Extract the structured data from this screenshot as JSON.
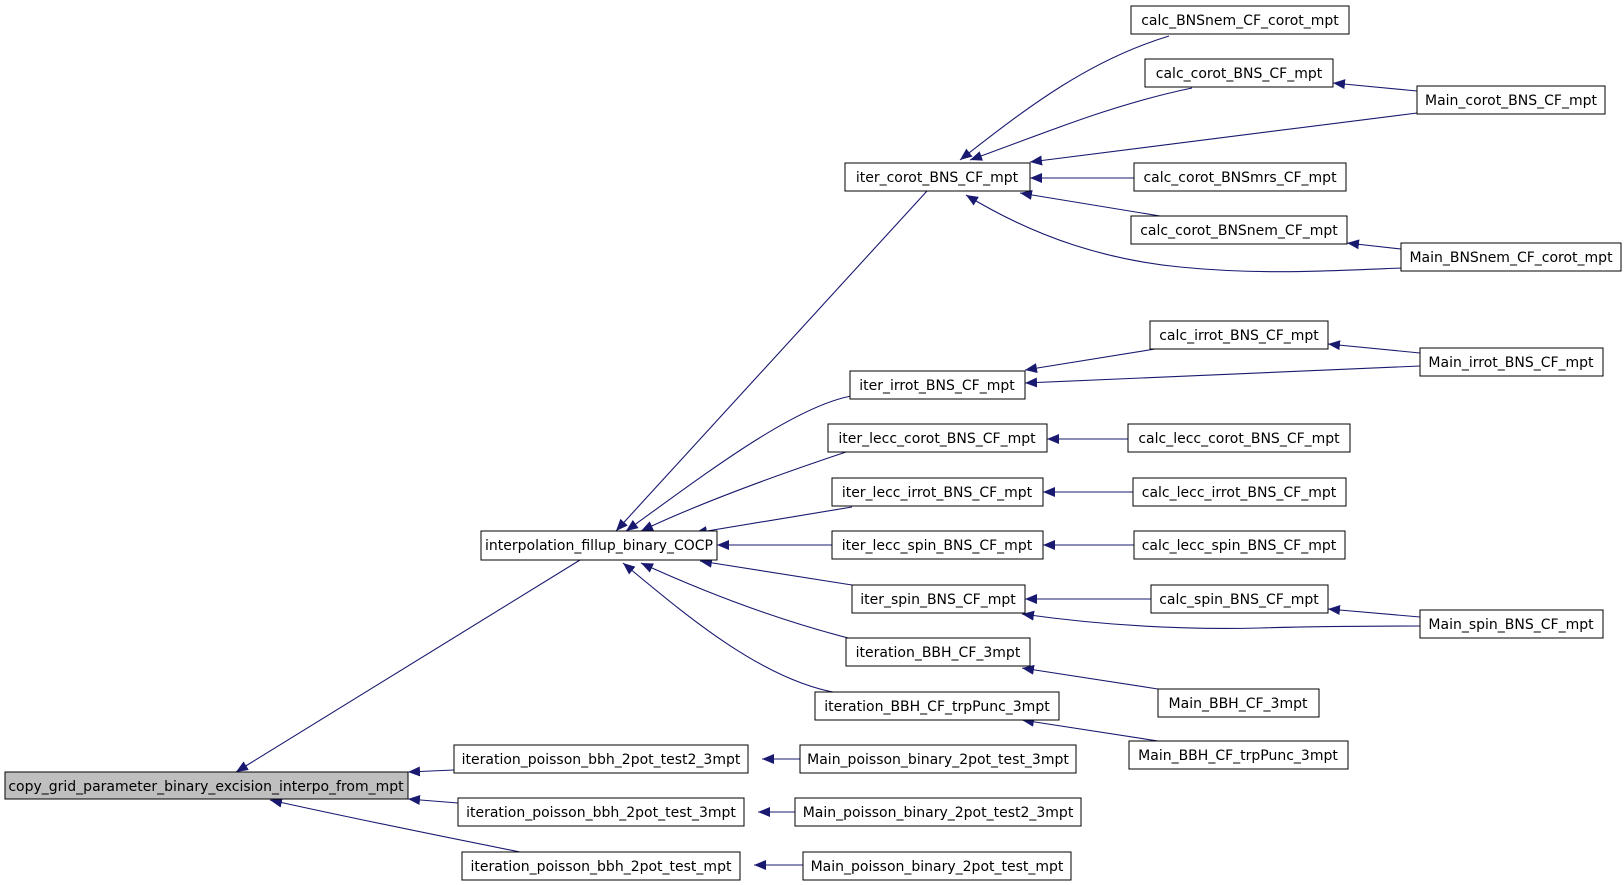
{
  "root": "copy_grid_parameter_binary_excision_interpo_from_mpt",
  "nodes": {
    "root": "copy_grid_parameter_binary_excision_interpo_from_mpt",
    "interp": "interpolation_fillup_binary_COCP",
    "ip2": "iteration_poisson_bbh_2pot_test2_3mpt",
    "ip1": "iteration_poisson_bbh_2pot_test_3mpt",
    "ip0": "iteration_poisson_bbh_2pot_test_mpt",
    "mp2": "Main_poisson_binary_2pot_test_3mpt",
    "mp22": "Main_poisson_binary_2pot_test2_3mpt",
    "mp0": "Main_poisson_binary_2pot_test_mpt",
    "ic": "iter_corot_BNS_CF_mpt",
    "ii": "iter_irrot_BNS_CF_mpt",
    "ilc": "iter_lecc_corot_BNS_CF_mpt",
    "ili": "iter_lecc_irrot_BNS_CF_mpt",
    "ils": "iter_lecc_spin_BNS_CF_mpt",
    "is": "iter_spin_BNS_CF_mpt",
    "ib": "iteration_BBH_CF_3mpt",
    "ibt": "iteration_BBH_CF_trpPunc_3mpt",
    "cnc": "calc_BNSnem_CF_corot_mpt",
    "cc": "calc_corot_BNS_CF_mpt",
    "cmrs": "calc_corot_BNSmrs_CF_mpt",
    "cnem": "calc_corot_BNSnem_CF_mpt",
    "mc": "Main_corot_BNS_CF_mpt",
    "mnc": "Main_BNSnem_CF_corot_mpt",
    "ci": "calc_irrot_BNS_CF_mpt",
    "mi": "Main_irrot_BNS_CF_mpt",
    "clc": "calc_lecc_corot_BNS_CF_mpt",
    "cli": "calc_lecc_irrot_BNS_CF_mpt",
    "cls": "calc_lecc_spin_BNS_CF_mpt",
    "cs": "calc_spin_BNS_CF_mpt",
    "ms": "Main_spin_BNS_CF_mpt",
    "mb": "Main_BBH_CF_3mpt",
    "mbt": "Main_BBH_CF_trpPunc_3mpt"
  },
  "edges": [
    [
      "interp",
      "root"
    ],
    [
      "ip2",
      "root"
    ],
    [
      "ip1",
      "root"
    ],
    [
      "ip0",
      "root"
    ],
    [
      "mp2",
      "ip2"
    ],
    [
      "mp22",
      "ip1"
    ],
    [
      "mp0",
      "ip0"
    ],
    [
      "ic",
      "interp"
    ],
    [
      "ii",
      "interp"
    ],
    [
      "ilc",
      "interp"
    ],
    [
      "ili",
      "interp"
    ],
    [
      "ils",
      "interp"
    ],
    [
      "is",
      "interp"
    ],
    [
      "ib",
      "interp"
    ],
    [
      "ibt",
      "interp"
    ],
    [
      "cnc",
      "ic"
    ],
    [
      "cc",
      "ic"
    ],
    [
      "mc",
      "ic"
    ],
    [
      "cmrs",
      "ic"
    ],
    [
      "cnem",
      "ic"
    ],
    [
      "mnc",
      "ic"
    ],
    [
      "mc",
      "cc"
    ],
    [
      "mnc",
      "cnem"
    ],
    [
      "ci",
      "ii"
    ],
    [
      "mi",
      "ii"
    ],
    [
      "mi",
      "ci"
    ],
    [
      "clc",
      "ilc"
    ],
    [
      "cli",
      "ili"
    ],
    [
      "cls",
      "ils"
    ],
    [
      "cs",
      "is"
    ],
    [
      "ms",
      "is"
    ],
    [
      "ms",
      "cs"
    ],
    [
      "mb",
      "ib"
    ],
    [
      "mbt",
      "ibt"
    ]
  ]
}
